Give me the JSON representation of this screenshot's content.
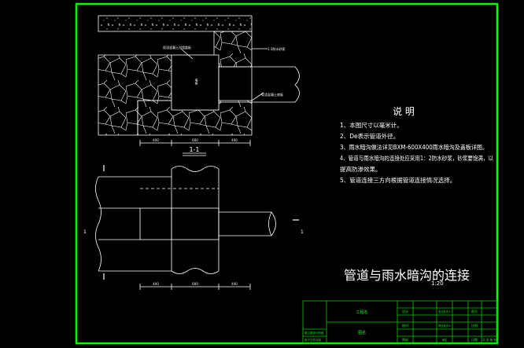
{
  "colors": {
    "background": "#000000",
    "frame": "#00ff00",
    "lines": "#ffffff",
    "title_block": "#00c800"
  },
  "section": {
    "label": "1-1",
    "wall_label": "现浇混凝土沟墙盖板",
    "side_label": "墙体",
    "cover_label": "1:3防水砂浆",
    "bottom_label": "现浇混凝土底板",
    "dims": [
      "400",
      "600",
      "400"
    ]
  },
  "plan": {
    "section_mark_left": "1",
    "section_mark_right": "1",
    "dims": [
      "400",
      "600",
      "400"
    ]
  },
  "notes": {
    "heading": "说   明",
    "items": [
      "1、本图尺寸以毫米计。",
      "2、De表示管道外径。",
      "3、雨水暗沟做法详见BXM-600X400雨水暗沟及盖板详图。",
      "4、管道与雨水暗沟的连接处应采用1：2防水砂浆，砂浆要饱满，以",
      "提高防渗效果。",
      "5、管道连接三方向根据管道连接情况选择。"
    ]
  },
  "drawing_title": "管道与雨水暗沟的连接",
  "drawing_scale": "1:20",
  "title_block": {
    "project": "工程名",
    "drawing": "图名",
    "left_top": "施工图设计阶段",
    "left_bottom": "电子文件存档",
    "row_labels": [
      "设计",
      "校对",
      "审核"
    ],
    "row_values": [
      "",
      "",
      ""
    ],
    "mid_labels": [
      "专业负责人",
      "项目负责人",
      "审定"
    ],
    "right_labels": [
      "图号",
      "比例",
      "日期"
    ],
    "right_values": [
      "",
      "",
      ""
    ],
    "sheet": "共 张 第 张"
  }
}
